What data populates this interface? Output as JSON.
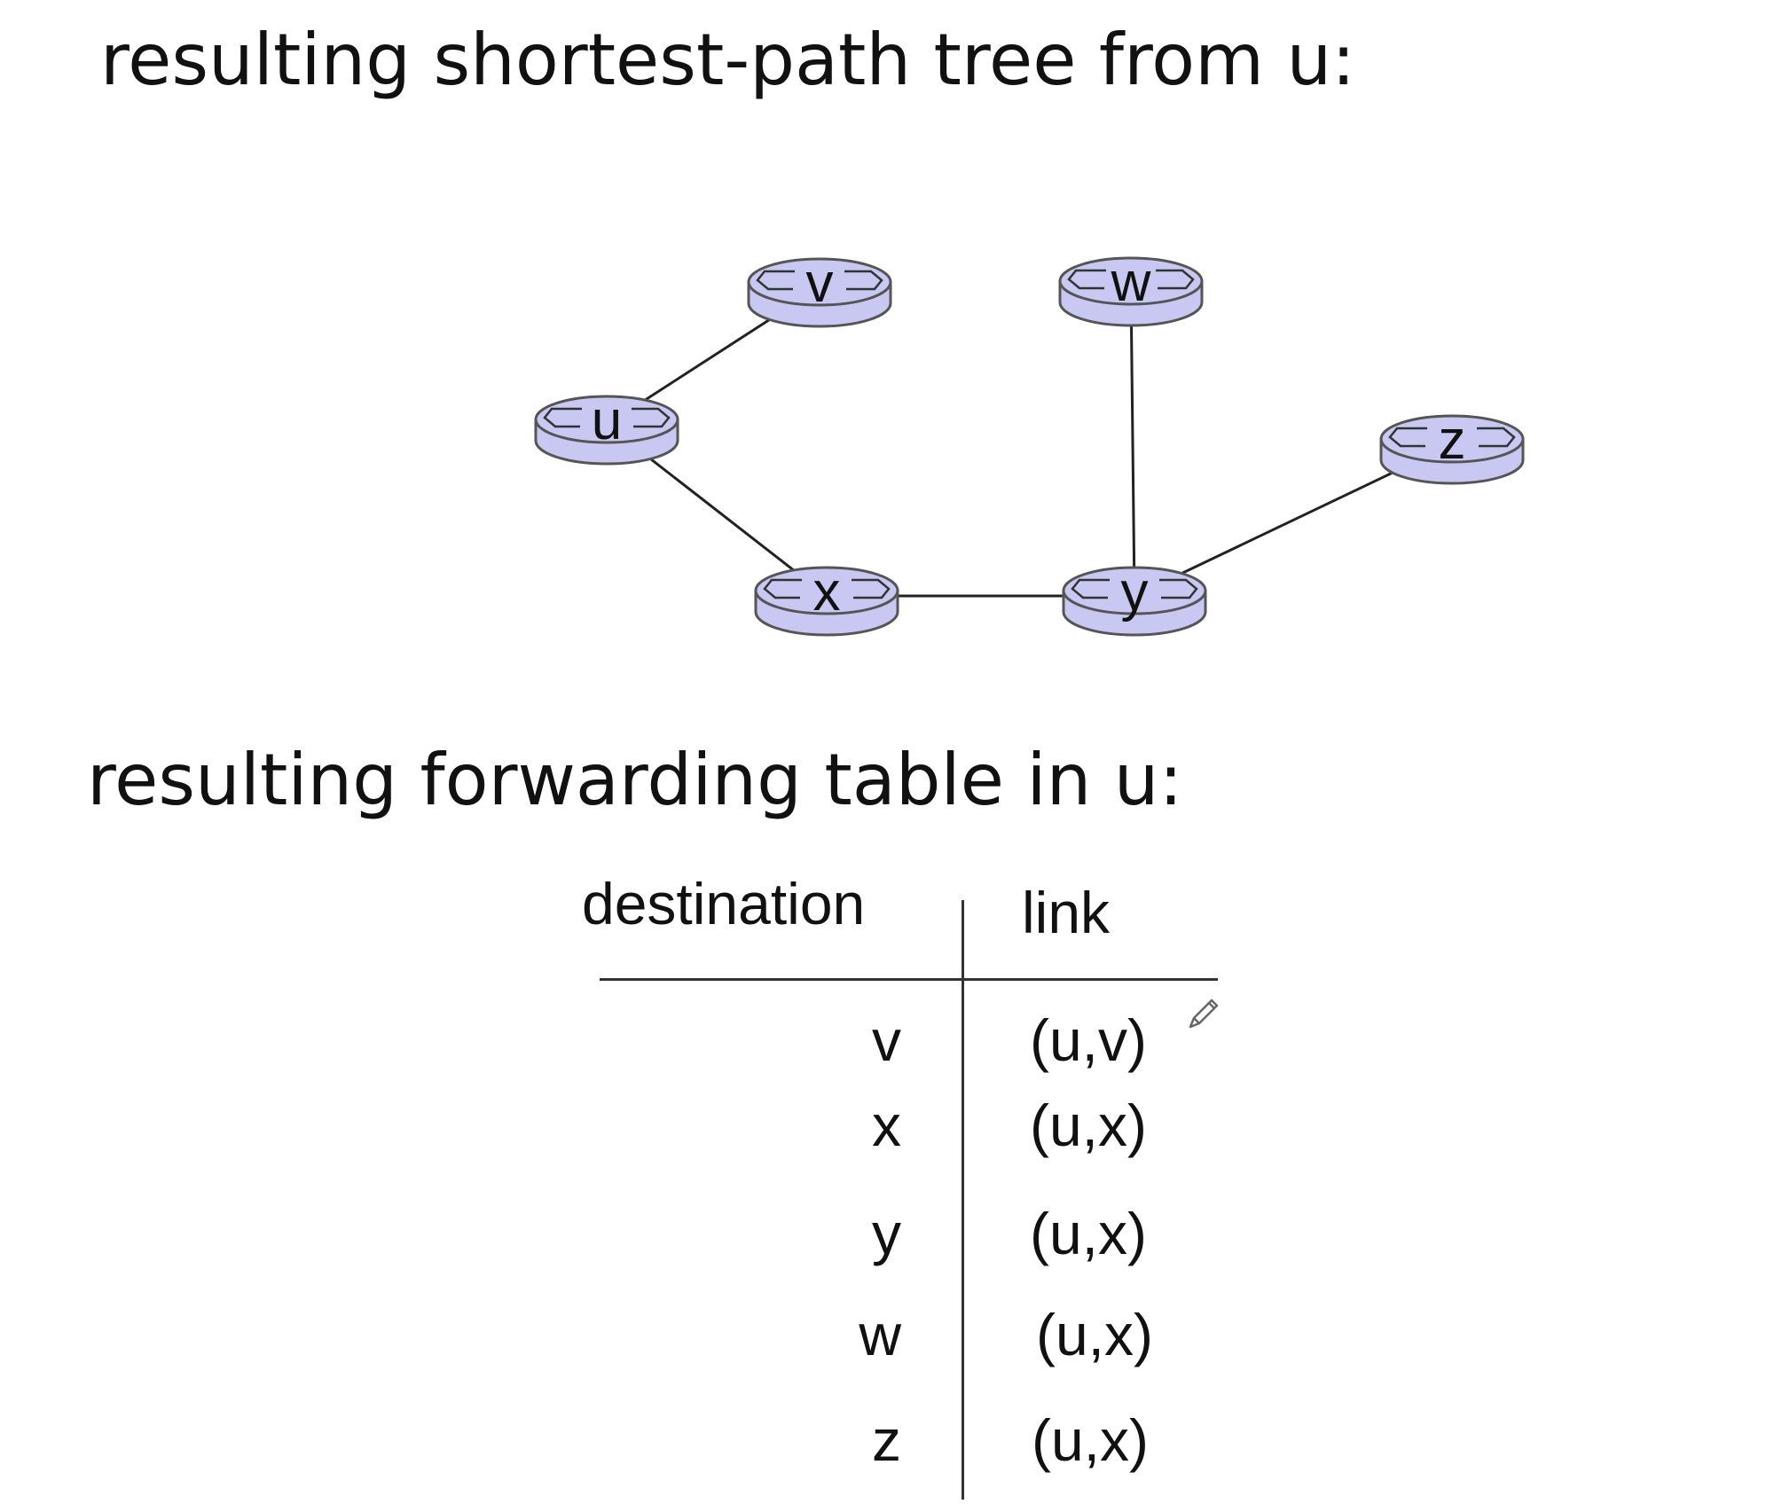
{
  "headings": {
    "tree": "resulting shortest-path tree from u:",
    "table": "resulting forwarding table in u:"
  },
  "graph": {
    "node_fill": "#c8c8f2",
    "node_stroke": "#555555",
    "nodes": [
      {
        "id": "u",
        "label": "u"
      },
      {
        "id": "v",
        "label": "v"
      },
      {
        "id": "w",
        "label": "w"
      },
      {
        "id": "x",
        "label": "x"
      },
      {
        "id": "y",
        "label": "y"
      },
      {
        "id": "z",
        "label": "z"
      }
    ],
    "edges": [
      {
        "from": "u",
        "to": "v"
      },
      {
        "from": "u",
        "to": "x"
      },
      {
        "from": "x",
        "to": "y"
      },
      {
        "from": "y",
        "to": "w"
      },
      {
        "from": "y",
        "to": "z"
      }
    ]
  },
  "table": {
    "headers": {
      "destination": "destination",
      "link": "link"
    },
    "rows": [
      {
        "destination": "v",
        "link": "(u,v)"
      },
      {
        "destination": "x",
        "link": "(u,x)"
      },
      {
        "destination": "y",
        "link": "(u,x)"
      },
      {
        "destination": "w",
        "link": "(u,x)"
      },
      {
        "destination": "z",
        "link": "(u,x)"
      }
    ]
  },
  "icons": {
    "cursor": "pencil-icon"
  }
}
